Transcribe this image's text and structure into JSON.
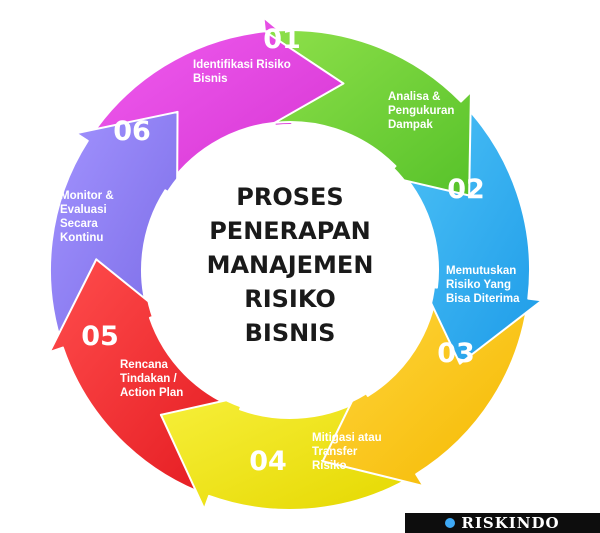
{
  "center_title": [
    "PROSES",
    "PENERAPAN",
    "MANAJEMEN",
    "RISIKO",
    "BISNIS"
  ],
  "segments": [
    {
      "number": "01",
      "label": [
        "Identifikasi Risiko",
        "Bisnis"
      ],
      "color": "#57c22a",
      "color_light": "#8ee04a"
    },
    {
      "number": "",
      "label": [
        "Analisa &",
        "Pengukuran",
        "Dampak"
      ],
      "color": "#1d9be8",
      "color_light": "#4fc3f7"
    },
    {
      "number": "02",
      "label": [
        "Memutuskan",
        "Risiko Yang",
        "Bisa Diterima"
      ],
      "color": "#f5b800",
      "color_light": "#ffd740"
    },
    {
      "number": "03",
      "label": [],
      "color": "#e5d800",
      "color_light": "#f7ef3a"
    },
    {
      "number": "04",
      "label": [
        "Mitigasi atau",
        "Transfer",
        "Risiko"
      ],
      "color": "#e3191f",
      "color_light": "#ff4d4d"
    },
    {
      "number": "05",
      "label": [
        "Rencana",
        "Tindakan /",
        "Action Plan"
      ],
      "color": "#7a6be6",
      "color_light": "#a394ff"
    },
    {
      "number": "06",
      "label": [
        "Monitor &",
        "Evaluasi",
        "Secara",
        "Kontinu"
      ],
      "color": "#d633d2",
      "color_light": "#f05ef0"
    }
  ],
  "brand": {
    "name": "RISKINDO",
    "icon": "riskindo-logo-icon"
  }
}
